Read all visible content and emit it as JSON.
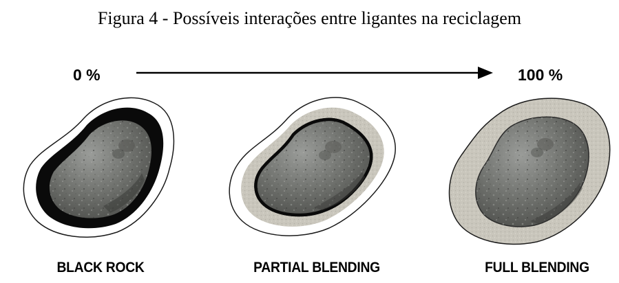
{
  "figure": {
    "caption": "Figura 4 - Possíveis interações entre ligantes na reciclagem",
    "scale": {
      "start_label": "0 %",
      "end_label": "100 %"
    },
    "stages": [
      {
        "label": "BLACK ROCK"
      },
      {
        "label": "PARTIAL BLENDING"
      },
      {
        "label": "FULL BLENDING"
      }
    ],
    "colors": {
      "binder": "#0a0a0a",
      "blended_binder": "#c9c6bc",
      "rock": "#6c6c68",
      "outline": "#000000"
    }
  }
}
